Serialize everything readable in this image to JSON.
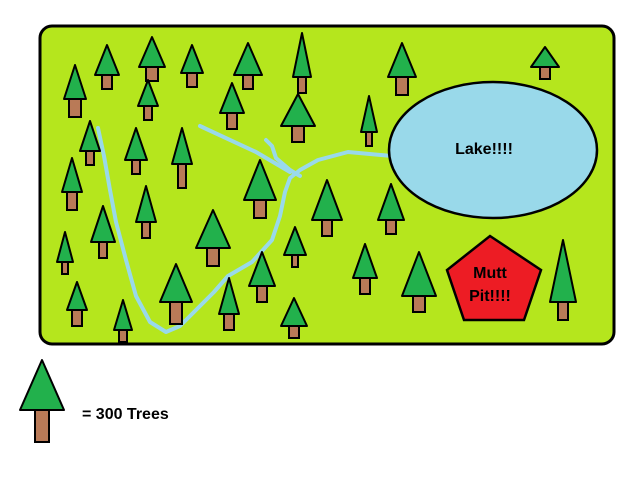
{
  "colors": {
    "grass": "#b5e61d",
    "tree_green": "#22b14c",
    "trunk": "#b97a57",
    "lake": "#99d9ea",
    "stream": "#99d9ea",
    "pit": "#ed1c24",
    "outline": "#000000"
  },
  "map": {
    "lake_label": "Lake!!!!",
    "pit_label_line1": "Mutt",
    "pit_label_line2": "Pit!!!!"
  },
  "legend": {
    "icon": "tree-icon",
    "label": "= 300 Trees"
  }
}
